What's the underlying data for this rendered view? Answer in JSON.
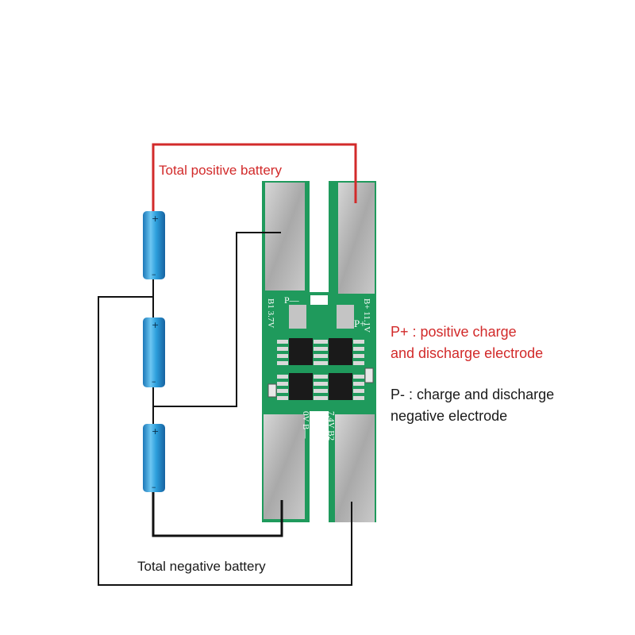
{
  "labels": {
    "total_positive": "Total positive  battery",
    "total_negative": "Total negative battery",
    "p_plus_line1": "P+ : positive charge",
    "p_plus_line2": "and discharge electrode",
    "p_minus_line1": "P- : charge and discharge",
    "p_minus_line2": "negative electrode"
  },
  "board_marks": {
    "b1": "B1 3.7V",
    "p_minus": "P—",
    "b_plus": "B+ 11.1V",
    "p_plus": "P+",
    "ov": "0V B—",
    "b2": "7.4V B2"
  },
  "cell_marks": {
    "plus": "+",
    "minus": "–"
  },
  "colors": {
    "positive_wire": "#d22a2a",
    "negative_wire": "#111111",
    "pcb_green": "#1f9a5c",
    "cell_blue": "#2a9ad8",
    "nickel_strip": "#b8b8b8"
  }
}
